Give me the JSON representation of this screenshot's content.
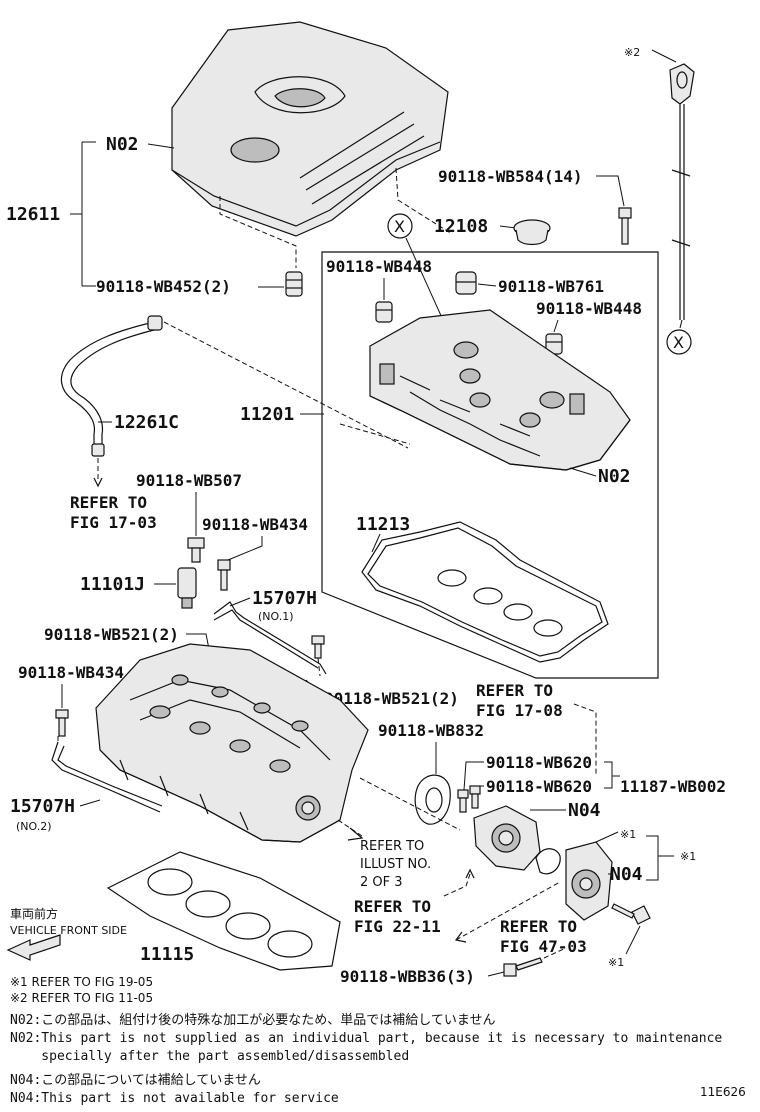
{
  "labels": {
    "n02_cover": "N02",
    "p12611": "12611",
    "bolt_wb452": "90118-WB452(2)",
    "mark2_top": "※2",
    "bolt_wb584": "90118-WB584(14)",
    "p12108": "12108",
    "bolt_wb448_a": "90118-WB448",
    "bolt_wb761": "90118-WB761",
    "bolt_wb448_b": "90118-WB448",
    "p12261c": "12261C",
    "p11201": "11201",
    "n02_head": "N02",
    "refer_1703_a": "REFER TO",
    "refer_1703_b": "FIG 17-03",
    "bolt_wb507": "90118-WB507",
    "bolt_wb434_a": "90118-WB434",
    "p11213": "11213",
    "p11101j": "11101J",
    "p15707h_1": "15707H",
    "no1": "(NO.1)",
    "bolt_wb521_a": "90118-WB521(2)",
    "bolt_wb434_b": "90118-WB434",
    "bolt_wb521_b": "90118-WB521(2)",
    "refer_1708_a": "REFER TO",
    "refer_1708_b": "FIG 17-08",
    "bolt_wb832": "90118-WB832",
    "bolt_wb620_a": "90118-WB620",
    "bolt_wb620_b": "90118-WB620",
    "p11187": "11187-WB002",
    "p15707h_2": "15707H",
    "no2": "(NO.2)",
    "n04_a": "N04",
    "mark1_a": "※1",
    "mark1_b": "※1",
    "n04_b": "N04",
    "illust_a": "REFER TO",
    "illust_b": "ILLUST NO.",
    "illust_c": "2 OF 3",
    "refer_2211_a": "REFER TO",
    "refer_2211_b": "FIG 22-11",
    "refer_4703_a": "REFER TO",
    "refer_4703_b": "FIG 47-03",
    "vehicle_jp": "車両前方",
    "vehicle_en": "VEHICLE FRONT SIDE",
    "p11115": "11115",
    "mark1_c": "※1",
    "bolt_wbb36": "90118-WBB36(3)",
    "x_mark": "X"
  },
  "notes": [
    "※1  REFER TO FIG 19-05",
    "※2  REFER TO FIG 11-05",
    "N02:この部品は、組付け後の特殊な加工が必要なため、単品では補給していません",
    "N02:This part is not supplied as an individual part,  because it is necessary to maintenance",
    "    specially after the part assembled/disassembled",
    "N04:この部品については補給していません",
    "N04:This part is not available for service"
  ],
  "figure_code": "11E626"
}
